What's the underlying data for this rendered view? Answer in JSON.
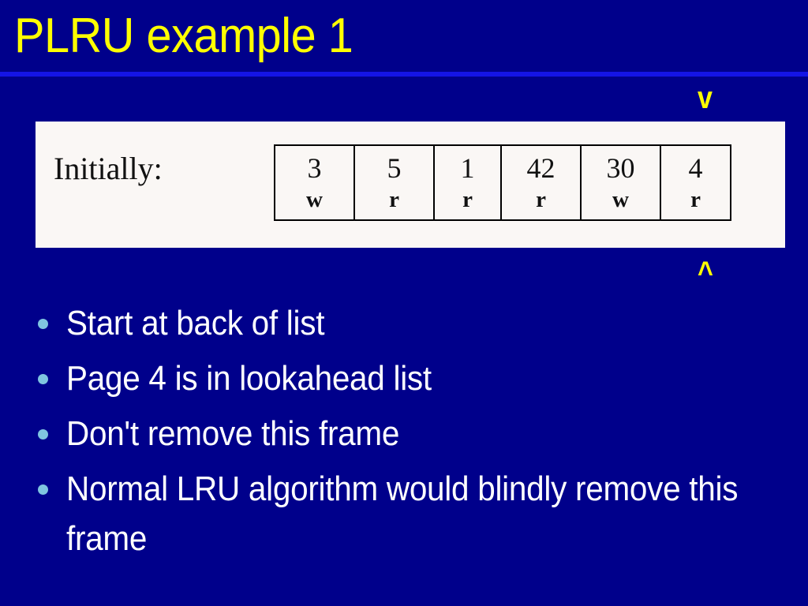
{
  "slide": {
    "title": "PLRU example 1",
    "background_color": "#00008b",
    "title_color": "#ffff00",
    "rule_color": "#1414e6",
    "bullet_color": "#7fc4e0",
    "text_color": "#ffffff"
  },
  "markers": {
    "down_chevron": "v",
    "up_chevron": "^"
  },
  "figure": {
    "panel_color": "#faf7f5",
    "label": "Initially:",
    "frames": [
      {
        "page": "3",
        "mode": "w"
      },
      {
        "page": "5",
        "mode": "r"
      },
      {
        "page": "1",
        "mode": "r"
      },
      {
        "page": "42",
        "mode": "r"
      },
      {
        "page": "30",
        "mode": "w"
      },
      {
        "page": "4",
        "mode": "r"
      }
    ]
  },
  "bullets": [
    {
      "text": "Start at back of list"
    },
    {
      "text": "Page 4 is in lookahead list"
    },
    {
      "text": "Don't remove this frame"
    },
    {
      "text": "Normal LRU algorithm would blindly remove this frame"
    }
  ]
}
